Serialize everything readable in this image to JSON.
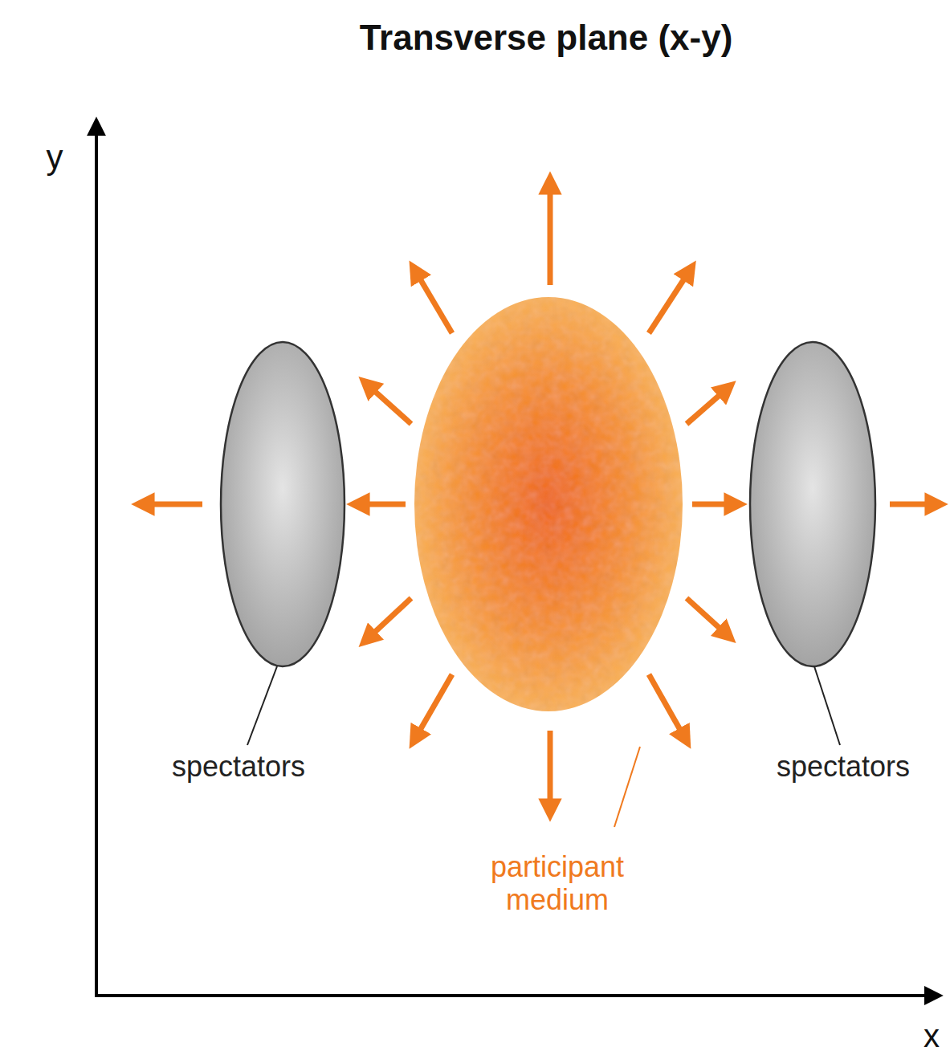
{
  "diagram": {
    "title": "Transverse plane (x-y)",
    "labels": [
      "y",
      "x",
      "spectators",
      "spectators",
      "participant medium"
    ]
  }
}
